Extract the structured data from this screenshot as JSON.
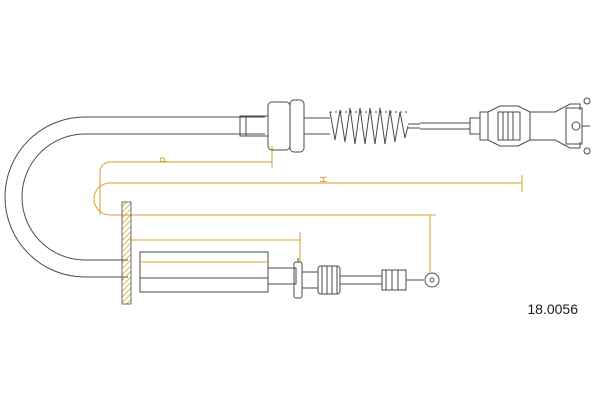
{
  "drawing": {
    "part_number": "18.0056",
    "dimension_labels": {
      "d": "d",
      "h": "H"
    },
    "colors": {
      "line": "#4a4a4a",
      "dimension": "#d9a12a",
      "background": "#ffffff"
    }
  }
}
